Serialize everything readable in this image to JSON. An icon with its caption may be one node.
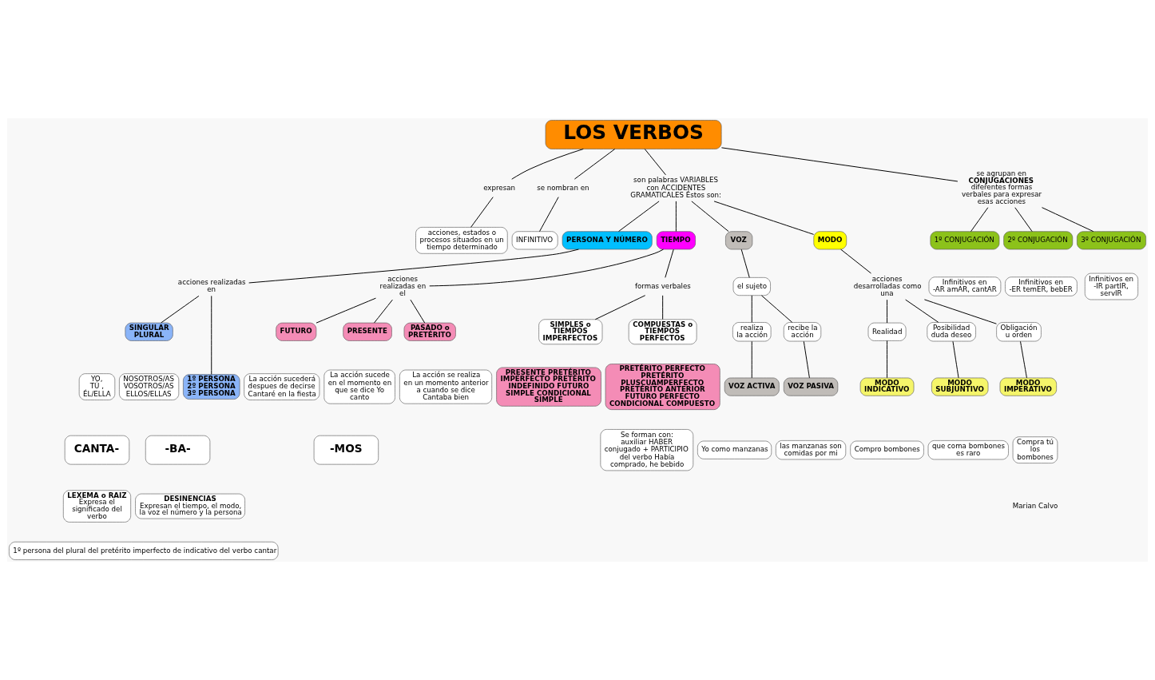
{
  "diagram": {
    "nodes": [
      {
        "text": [
          "LOS VERBOS"
        ]
      },
      {
        "text": [
          "expresan"
        ]
      },
      {
        "text": [
          "acciones, estados o procesos situados en un tiempo determinado"
        ]
      },
      {
        "text": [
          "se nombran en"
        ]
      },
      {
        "text": [
          "INFINITIVO"
        ]
      },
      {
        "text": [
          "son palabras VARIABLES con ACCIDENTES GRAMATICALES Éstos son:"
        ]
      },
      {
        "text": [
          "se agrupan en",
          "CONJUGACIONES",
          "diferentes formas verbales para expresar esas acciones"
        ]
      },
      {
        "text": [
          "1º CONJUGACIÓN"
        ]
      },
      {
        "text": [
          "Infinitivos en -AR amAR, cantAR"
        ]
      },
      {
        "text": [
          "2º CONJUGACIÓN"
        ]
      },
      {
        "text": [
          "Infinitivos en -ER temER, bebER"
        ]
      },
      {
        "text": [
          "3º CONJUGACIÓN"
        ]
      },
      {
        "text": [
          "Infinitivos en -IR partIR, servIR"
        ]
      },
      {
        "text": [
          "PERSONA Y NÚMERO"
        ]
      },
      {
        "text": [
          "TIEMPO"
        ]
      },
      {
        "text": [
          "VOZ"
        ]
      },
      {
        "text": [
          "MODO"
        ]
      },
      {
        "text": [
          "acciones realizadas en"
        ]
      },
      {
        "text": [
          "SINGULAR",
          "PLURAL"
        ]
      },
      {
        "text": [
          "1º PERSONA 2º PERSONA 3º PERSONA"
        ]
      },
      {
        "text": [
          "YO, TÚ , ÉL/ELLA"
        ]
      },
      {
        "text": [
          "NOSOTROS/AS VOSOTROS/AS ELLOS/ELLAS"
        ]
      },
      {
        "text": [
          "acciones realizadas en el"
        ]
      },
      {
        "text": [
          "FUTURO"
        ]
      },
      {
        "text": [
          "La acción sucederá despues de decirse Cantaré en la fiesta"
        ]
      },
      {
        "text": [
          "PRESENTE"
        ]
      },
      {
        "text": [
          "La acción sucede en el momento en que se dice Yo canto"
        ]
      },
      {
        "text": [
          "PASADO o PRETÉRITO"
        ]
      },
      {
        "text": [
          "La acción se realiza en un momento anterior a cuando se dice Cantaba bien"
        ]
      },
      {
        "text": [
          "formas verbales"
        ]
      },
      {
        "text": [
          "SIMPLES o TIEMPOS IMPERFECTOS"
        ]
      },
      {
        "text": [
          "COMPUESTAS o TIEMPOS PERFECTOS"
        ]
      },
      {
        "text": [
          "PRESENTE PRETÉRITO IMPERFECTO PRETÉRITO INDEFINIDO FUTURO SIMPLE CONDICIONAL SIMPLE"
        ]
      },
      {
        "text": [
          "PRETÉRITO PERFECTO PRETÉRITO PLUSCUAMPERFECTO PRETÉRITO ANTERIOR FUTURO PERFECTO CONDICIONAL COMPUESTO"
        ]
      },
      {
        "text": [
          "Se forman con: auxiliar HABER conjugado + PARTICIPIO del verbo Había comprado, he bebido"
        ]
      },
      {
        "text": [
          "el sujeto"
        ]
      },
      {
        "text": [
          "realiza la acción"
        ]
      },
      {
        "text": [
          "VOZ ACTIVA"
        ]
      },
      {
        "text": [
          "Yo como manzanas"
        ]
      },
      {
        "text": [
          "recibe la acción"
        ]
      },
      {
        "text": [
          "VOZ PASIVA"
        ]
      },
      {
        "text": [
          "las manzanas son comidas por mi"
        ]
      },
      {
        "text": [
          "acciones desarrolladas como una"
        ]
      },
      {
        "text": [
          "Realidad"
        ]
      },
      {
        "text": [
          "Posibilidad duda deseo"
        ]
      },
      {
        "text": [
          "Obligación u orden"
        ]
      },
      {
        "text": [
          "MODO INDICATIVO"
        ]
      },
      {
        "text": [
          "Compro bombones"
        ]
      },
      {
        "text": [
          "MODO SUBJUNTIVO"
        ]
      },
      {
        "text": [
          "que coma bombones es raro"
        ]
      },
      {
        "text": [
          "MODO IMPERATIVO"
        ]
      },
      {
        "text": [
          "Compra tú los bombones"
        ]
      },
      {
        "text": [
          "CANTA-"
        ]
      },
      {
        "text": [
          "-BA-"
        ]
      },
      {
        "text": [
          "-MOS"
        ]
      },
      {
        "text": [
          "LEXEMA o RAIZ",
          "Expresa el significado del verbo"
        ]
      },
      {
        "text": [
          "DESINENCIAS",
          "Expresan el tiempo, el modo, la voz el número y la persona"
        ]
      },
      {
        "text": [
          "1º persona del plural del pretérito imperfecto de indicativo del verbo cantar"
        ]
      }
    ],
    "edges": [
      {
        "from": 0,
        "to": 1,
        "arrow": "none"
      },
      {
        "from": 1,
        "to": 2,
        "arrow": "none"
      },
      {
        "from": 0,
        "to": 3,
        "arrow": "none"
      },
      {
        "from": 3,
        "to": 4,
        "arrow": "none"
      },
      {
        "from": 0,
        "to": 5,
        "arrow": "none"
      },
      {
        "from": 0,
        "to": 6,
        "arrow": "none"
      },
      {
        "from": 6,
        "to": 7,
        "arrow": "none"
      },
      {
        "from": 6,
        "to": 9,
        "arrow": "none"
      },
      {
        "from": 6,
        "to": 11,
        "arrow": "none"
      },
      {
        "from": 5,
        "to": 13,
        "arrow": "none"
      },
      {
        "from": 5,
        "to": 14,
        "arrow": "none"
      },
      {
        "from": 5,
        "to": 15,
        "arrow": "none"
      },
      {
        "from": 5,
        "to": 16,
        "arrow": "none"
      },
      {
        "from": 13,
        "to": 17,
        "arrow": "none"
      },
      {
        "from": 17,
        "to": 19,
        "arrow": "none"
      },
      {
        "from": 17,
        "to": 18,
        "arrow": "none"
      },
      {
        "from": 14,
        "to": 22,
        "arrow": "none"
      },
      {
        "from": 22,
        "to": 23,
        "arrow": "none"
      },
      {
        "from": 22,
        "to": 25,
        "arrow": "none"
      },
      {
        "from": 22,
        "to": 27,
        "arrow": "none"
      },
      {
        "from": 14,
        "to": 29,
        "arrow": "none"
      },
      {
        "from": 29,
        "to": 30,
        "arrow": "none"
      },
      {
        "from": 29,
        "to": 31,
        "arrow": "none"
      },
      {
        "from": 15,
        "to": 35,
        "arrow": "none"
      },
      {
        "from": 35,
        "to": 36,
        "arrow": "none"
      },
      {
        "from": 36,
        "to": 37,
        "arrow": "none"
      },
      {
        "from": 35,
        "to": 39,
        "arrow": "none"
      },
      {
        "from": 39,
        "to": 40,
        "arrow": "none"
      },
      {
        "from": 16,
        "to": 42,
        "arrow": "none"
      },
      {
        "from": 42,
        "to": 43,
        "arrow": "none"
      },
      {
        "from": 42,
        "to": 44,
        "arrow": "none"
      },
      {
        "from": 42,
        "to": 45,
        "arrow": "none"
      },
      {
        "from": 43,
        "to": 46,
        "arrow": "none"
      },
      {
        "from": 44,
        "to": 48,
        "arrow": "none"
      },
      {
        "from": 45,
        "to": 50,
        "arrow": "none"
      }
    ],
    "labels": [
      "Marian Calvo"
    ]
  }
}
